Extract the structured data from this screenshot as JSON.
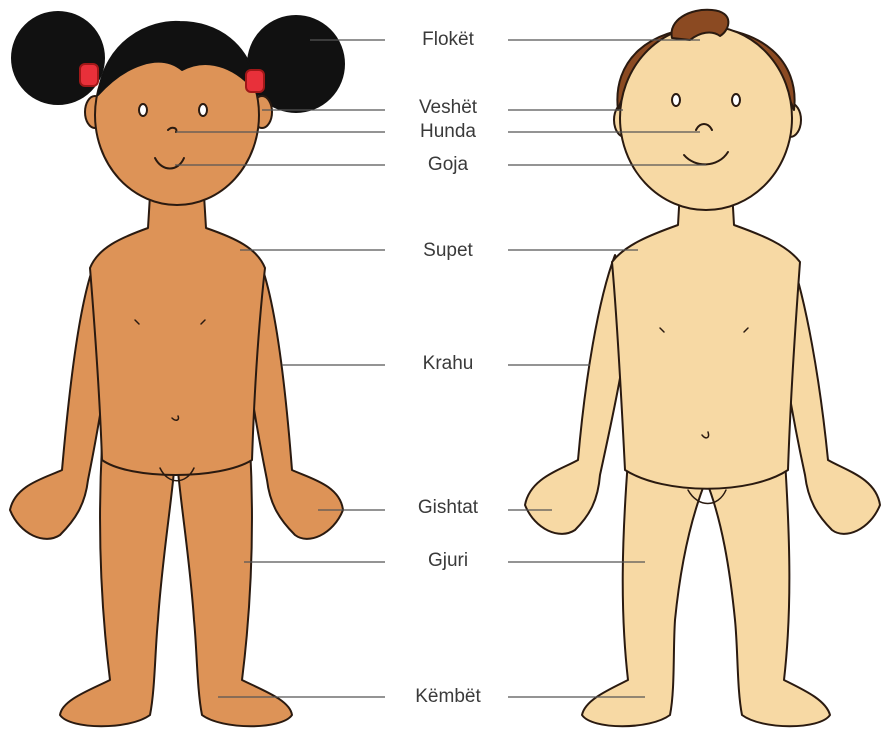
{
  "colors": {
    "girl_skin": "#dd9357",
    "boy_skin": "#f7d9a4",
    "girl_hair": "#111111",
    "boy_hair": "#8b4a22",
    "hair_tie": "#e8303a",
    "outline": "#2a1a10",
    "leader_line": "#555555",
    "label_text": "#3a3a3a"
  },
  "labels": [
    {
      "id": "floket",
      "text": "Flokët"
    },
    {
      "id": "veshet",
      "text": "Veshët"
    },
    {
      "id": "hunda",
      "text": "Hunda"
    },
    {
      "id": "goja",
      "text": "Goja"
    },
    {
      "id": "supet",
      "text": "Supet"
    },
    {
      "id": "krahu",
      "text": "Krahu"
    },
    {
      "id": "gishtat",
      "text": "Gishtat"
    },
    {
      "id": "gjuri",
      "text": "Gjuri"
    },
    {
      "id": "kembet",
      "text": "Këmbët"
    }
  ]
}
